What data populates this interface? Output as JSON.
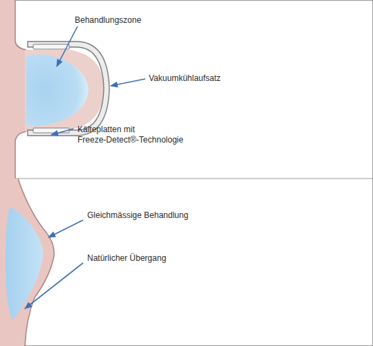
{
  "diagram": {
    "labels": [
      "Behandlungszone",
      "Vakuumkühlaufsatz",
      "Kälteplatten mit Freeze-Detect®-Technologie",
      "Gleichmässige Behandlung",
      "Natürlicher Übergang"
    ]
  }
}
